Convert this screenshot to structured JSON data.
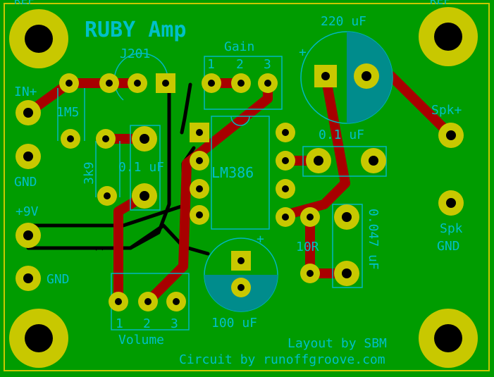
{
  "board": {
    "title": "RUBY Amp",
    "colors": {
      "board": "#009c00",
      "ground_fill": "#00a800",
      "trace": "#a80000",
      "pad": "#c8c800",
      "drill": "#000000",
      "silk": "#00b8c0",
      "label": "#00c0c8",
      "edge": "#c8c800",
      "cap_fill": "#008c8c",
      "black_trace": "#000000"
    }
  },
  "labels": {
    "ref_top_left": "REF",
    "ref_top_right": "REF",
    "j201": "J201",
    "gain": "Gain",
    "gain_1": "1",
    "gain_2": "2",
    "gain_3": "3",
    "cap_220": "220 uF",
    "plus_220": "+",
    "in_plus": "IN+",
    "gnd_in": "GND",
    "r_1m5": "1M5",
    "r_3k9": "3k9",
    "c_01_left": "0.1 uF",
    "lm386": "LM386",
    "c_01_right": "0.1 uF",
    "spk_plus": "Spk+",
    "nine_v": "+9V",
    "gnd_power": "GND",
    "r_10r": "10R",
    "c_047": "0.047 uF",
    "spk_gnd_1": "Spk",
    "spk_gnd_2": "GND",
    "cap_100": "100 uF",
    "plus_100": "+",
    "vol_1": "1",
    "vol_2": "2",
    "vol_3": "3",
    "volume": "Volume",
    "layout_by": "Layout by SBM",
    "circuit_by": "Circuit by runoffgroove.com",
    "pin_mark": "1"
  }
}
